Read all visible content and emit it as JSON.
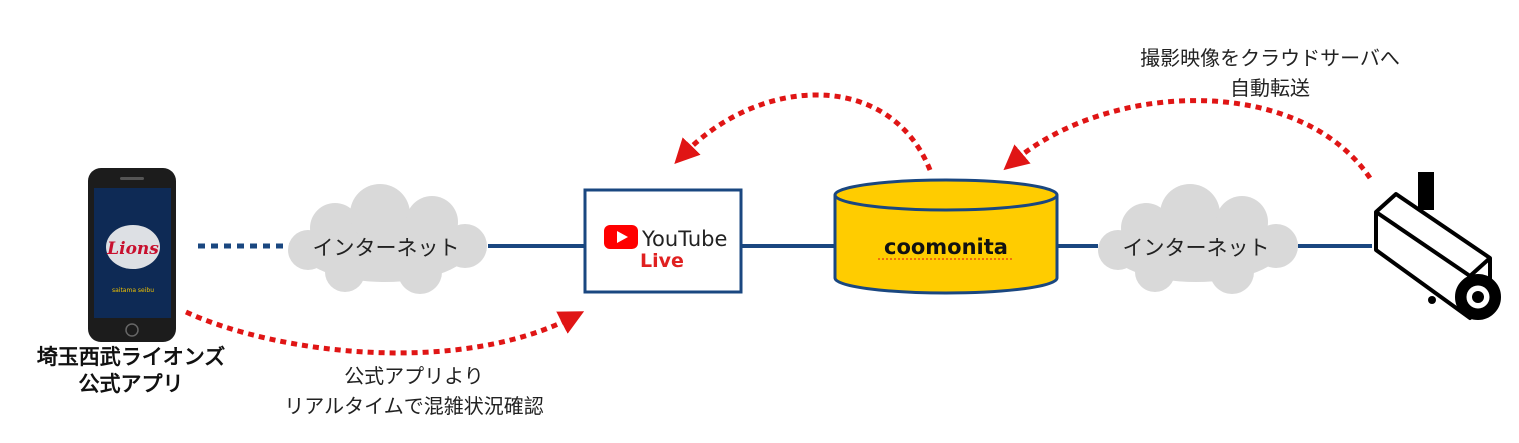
{
  "colors": {
    "link": "#1a4780",
    "flow": "#e01515",
    "cloud": "#d9d9d9",
    "db_fill": "#ffcc00",
    "youtube_red": "#ff0000"
  },
  "smartphone": {
    "app_logo_text": "Lions",
    "app_sub_text": "saitama seibu",
    "label_line1": "埼玉西武ライオンズ",
    "label_line2": "公式アプリ"
  },
  "cloud_left": {
    "label": "インターネット"
  },
  "cloud_right": {
    "label": "インターネット"
  },
  "youtube": {
    "brand": "YouTube",
    "live": "Live"
  },
  "database": {
    "label": "coomonita"
  },
  "camera": {
    "icon": "security-camera-icon"
  },
  "annotations": {
    "upload_line1": "撮影映像をクラウドサーバへ",
    "upload_line2": "自動転送",
    "view_line1": "公式アプリより",
    "view_line2": "リアルタイムで混雑状況確認"
  }
}
